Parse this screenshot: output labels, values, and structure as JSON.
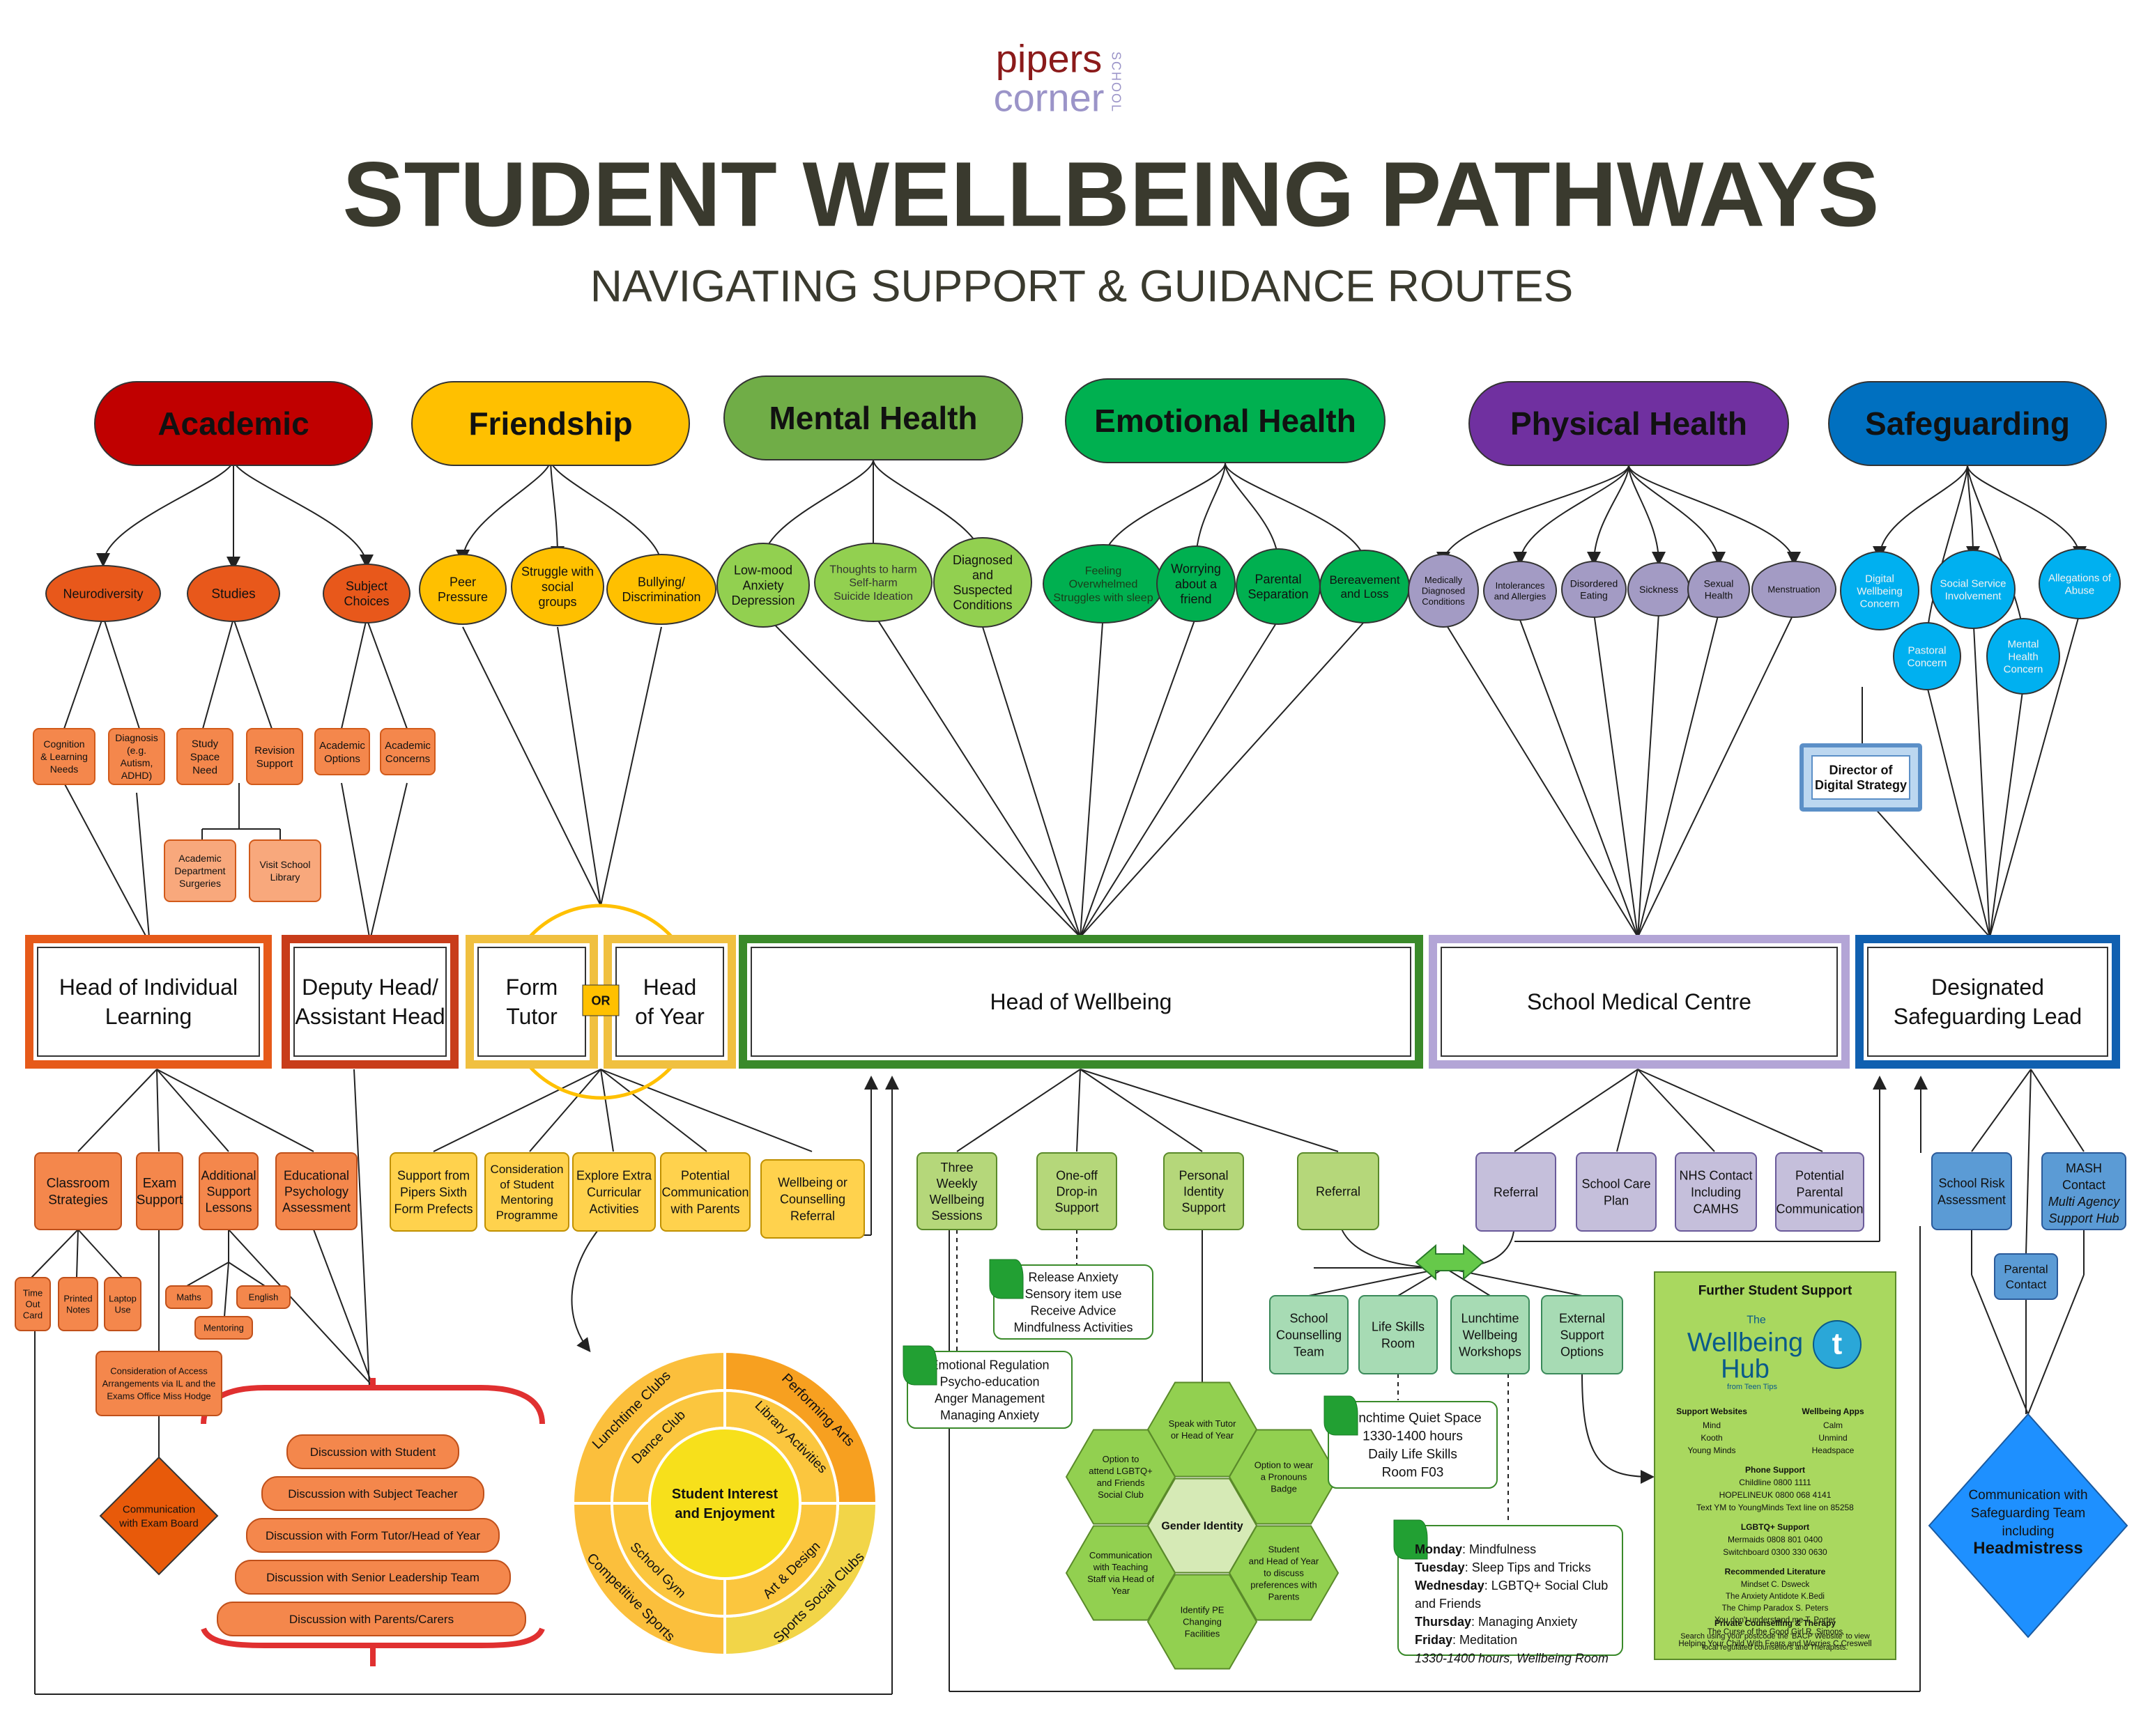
{
  "header": {
    "logo_pipers": "pipers",
    "logo_corner": "corner",
    "logo_school": "SCHOOL",
    "title": "STUDENT WELLBEING PATHWAYS",
    "subtitle": "NAVIGATING SUPPORT & GUIDANCE ROUTES"
  },
  "colors": {
    "academic": "#c00000",
    "academic_light": "#e8581b",
    "academic_box": "#f4874c",
    "friendship": "#ffc000",
    "mental": "#70ad47",
    "mental_light": "#92d050",
    "emotional": "#00b050",
    "physical": "#7030a0",
    "physical_node": "#a39bc4",
    "safeguarding": "#0070c0",
    "safeguarding_node": "#00b0f0",
    "title": "#3a3a2e"
  },
  "categories": {
    "academic": "Academic",
    "friendship": "Friendship",
    "mental": "Mental Health",
    "emotional": "Emotional Health",
    "physical": "Physical Health",
    "safeguarding": "Safeguarding"
  },
  "topics": {
    "neurodiversity": "Neurodiversity",
    "studies": "Studies",
    "subject_choices": [
      "Subject",
      "Choices"
    ],
    "peer_pressure": [
      "Peer",
      "Pressure"
    ],
    "struggle": [
      "Struggle with",
      "social",
      "groups"
    ],
    "bullying": [
      "Bullying/",
      "Discrimination"
    ],
    "anxiety": [
      "Low-mood",
      "Anxiety",
      "Depression"
    ],
    "selfharm": [
      "Thoughts to harm",
      "Self-harm",
      "Suicide Ideation"
    ],
    "diagnosed": [
      "Diagnosed",
      "and",
      "Suspected",
      "Conditions"
    ],
    "overwhelmed": [
      "Feeling",
      "Overwhelmed",
      "Struggles with sleep"
    ],
    "worrying": [
      "Worrying",
      "about a",
      "friend"
    ],
    "parental_sep": [
      "Parental",
      "Separation"
    ],
    "bereavement": [
      "Bereavement",
      "and Loss"
    ],
    "medically": [
      "Medically",
      "Diagnosed",
      "Conditions"
    ],
    "intolerances": [
      "Intolerances",
      "and Allergies"
    ],
    "disordered": [
      "Disordered",
      "Eating"
    ],
    "sickness": "Sickness",
    "sexual": [
      "Sexual",
      "Health"
    ],
    "menstruation": "Menstruation",
    "digital": [
      "Digital",
      "Wellbeing",
      "Concern"
    ],
    "social_service": [
      "Social Service",
      "Involvement"
    ],
    "allegations": [
      "Allegations of",
      "Abuse"
    ],
    "pastoral": [
      "Pastoral",
      "Concern"
    ],
    "mental_concern": [
      "Mental",
      "Health",
      "Concern"
    ]
  },
  "academic_sub": {
    "cognition": [
      "Cognition",
      "& Learning",
      "Needs"
    ],
    "diagnosis": [
      "Diagnosis",
      "(e.g.",
      "Autism,",
      "ADHD)"
    ],
    "study_space": [
      "Study",
      "Space",
      "Need"
    ],
    "revision": [
      "Revision",
      "Support"
    ],
    "academic_options": [
      "Academic",
      "Options"
    ],
    "academic_concerns": [
      "Academic",
      "Concerns"
    ],
    "dept_surgeries": [
      "Academic",
      "Department",
      "Surgeries"
    ],
    "library": [
      "Visit School",
      "Library"
    ]
  },
  "director": [
    "Director of",
    "Digital Strategy"
  ],
  "leads": {
    "hil": [
      "Head of Individual",
      "Learning"
    ],
    "deputy": [
      "Deputy Head/",
      "Assistant Head"
    ],
    "form_tutor": [
      "Form",
      "Tutor"
    ],
    "or": "OR",
    "head_year": [
      "Head",
      "of Year"
    ],
    "wellbeing": "Head of Wellbeing",
    "medical": "School Medical Centre",
    "dsl": [
      "Designated",
      "Safeguarding Lead"
    ]
  },
  "hil_support": {
    "classroom": [
      "Classroom",
      "Strategies"
    ],
    "exam": [
      "Exam",
      "Support"
    ],
    "additional": [
      "Additional",
      "Support",
      "Lessons"
    ],
    "edpsych": [
      "Educational",
      "Psychology",
      "Assessment"
    ],
    "timeout": [
      "Time",
      "Out",
      "Card"
    ],
    "printed": [
      "Printed",
      "Notes"
    ],
    "laptop": [
      "Laptop",
      "Use"
    ],
    "maths": "Maths",
    "english": "English",
    "mentoring": "Mentoring",
    "access": [
      "Consideration of Access",
      "Arrangements via IL and the",
      "Exams Office Miss Hodge"
    ],
    "exam_board": [
      "Communication",
      "with Exam Board"
    ]
  },
  "discussions": [
    "Discussion with Student",
    "Discussion with Subject Teacher",
    "Discussion with Form Tutor/Head of Year",
    "Discussion with Senior Leadership Team",
    "Discussion with Parents/Carers"
  ],
  "friend_support": {
    "prefects": [
      "Support from",
      "Pipers Sixth",
      "Form Prefects"
    ],
    "mentoring": [
      "Consideration",
      "of Student",
      "Mentoring",
      "Programme"
    ],
    "extra": [
      "Explore Extra",
      "Curricular",
      "Activities"
    ],
    "parents": [
      "Potential",
      "Communication",
      "with Parents"
    ],
    "referral": [
      "Wellbeing or",
      "Counselling",
      "Referral"
    ]
  },
  "interest_wheel": {
    "centre": [
      "Student Interest",
      "and Enjoyment"
    ],
    "outer": [
      "Lunchtime Clubs",
      "Performing Arts",
      "Sports Social Clubs",
      "Competitive Sports"
    ],
    "inner": [
      "Dance Club",
      "Library Activities",
      "Art & Design",
      "School Gym"
    ]
  },
  "wellbeing_support": {
    "weekly": [
      "Three",
      "Weekly",
      "Wellbeing",
      "Sessions"
    ],
    "dropin": [
      "One-off",
      "Drop-in",
      "Support"
    ],
    "identity": [
      "Personal",
      "Identity",
      "Support"
    ],
    "referral": "Referral",
    "dropin_note": [
      "Release Anxiety",
      "Sensory item use",
      "Receive Advice",
      "Mindfulness Activities"
    ],
    "weekly_note": [
      "Emotional Regulation",
      "Psycho-education",
      "Anger Management",
      "Managing Anxiety"
    ],
    "counselling": [
      "School",
      "Counselling",
      "Team"
    ],
    "lifeskills": [
      "Life Skills",
      "Room"
    ],
    "workshops": [
      "Lunchtime",
      "Wellbeing",
      "Workshops"
    ],
    "external": [
      "External",
      "Support",
      "Options"
    ],
    "quiet_space": [
      "Lunchtime Quiet Space",
      "1330-1400 hours",
      "Daily Life Skills",
      "Room F03"
    ],
    "workshop_days": [
      {
        "day": "Monday",
        "topic": ": Mindfulness"
      },
      {
        "day": "Tuesday",
        "topic": ": Sleep Tips and Tricks"
      },
      {
        "day": "Wednesday",
        "topic": ": LGBTQ+ Social Club"
      },
      {
        "day": "",
        "topic": "and Friends"
      },
      {
        "day": "Thursday",
        "topic": ": Managing Anxiety"
      },
      {
        "day": "Friday",
        "topic": ": Meditation"
      }
    ],
    "workshop_time": "1330-1400 hours, Wellbeing Room"
  },
  "gender_hexes": {
    "centre": "Gender Identity",
    "top": [
      "Speak with Tutor",
      "or Head of Year"
    ],
    "upper_right": [
      "Option to wear",
      "a Pronouns",
      "Badge"
    ],
    "lower_right": [
      "Student",
      "and Head of Year",
      "to discuss",
      "preferences with",
      "Parents"
    ],
    "bottom": [
      "Identify PE",
      "Changing",
      "Facilities"
    ],
    "lower_left": [
      "Communication",
      "with Teaching",
      "Staff via Head of",
      "Year"
    ],
    "upper_left": [
      "Option to",
      "attend LGBTQ+",
      "and Friends",
      "Social Club"
    ]
  },
  "medical_support": {
    "referral": "Referral",
    "care_plan": [
      "School Care",
      "Plan"
    ],
    "nhs": [
      "NHS Contact",
      "Including",
      "CAMHS"
    ],
    "parental": [
      "Potential",
      "Parental",
      "Communication"
    ]
  },
  "further_support": {
    "heading": "Further Student Support",
    "hub_the": "The",
    "hub_name1": "Wellbeing",
    "hub_name2": "Hub",
    "hub_from": "from Teen Tips",
    "hub_logo": "t",
    "websites_heading": "Support Websites",
    "websites": [
      "Mind",
      "Kooth",
      "Young Minds"
    ],
    "apps_heading": "Wellbeing Apps",
    "apps": [
      "Calm",
      "Unmind",
      "Headspace"
    ],
    "phone_heading": "Phone Support",
    "phone": [
      "Childline 0800 1111",
      "HOPELINEUK 0800 068 4141",
      "Text YM to YoungMinds Text line on 85258"
    ],
    "lgbtq_heading": "LGBTQ+ Support",
    "lgbtq": [
      "Mermaids 0808 801 0400",
      "Switchboard 0300 330 0630"
    ],
    "literature_heading": "Recommended Literature",
    "literature": [
      "Mindset C. Dsweck",
      "The Anxiety Antidote K.Bedi",
      "The Chimp Paradox S. Peters",
      "You don't understand me T. Porter",
      "The Curse of the Good Girl R. Simons",
      "Helping Your Child With Fears and Worries C.Creswell"
    ],
    "private_heading": "Private Counselling & Therapy",
    "private": [
      "Search using your postcode the 'BACP Website' to view",
      "local regulated counsellors and Therapists."
    ]
  },
  "safeguarding_support": {
    "risk": [
      "School Risk",
      "Assessment"
    ],
    "mash": [
      "MASH",
      "Contact",
      "Multi Agency",
      "Support Hub"
    ],
    "parental": [
      "Parental",
      "Contact"
    ],
    "headmistress": [
      "Communication with",
      "Safeguarding Team",
      "including",
      "Headmistress"
    ]
  }
}
